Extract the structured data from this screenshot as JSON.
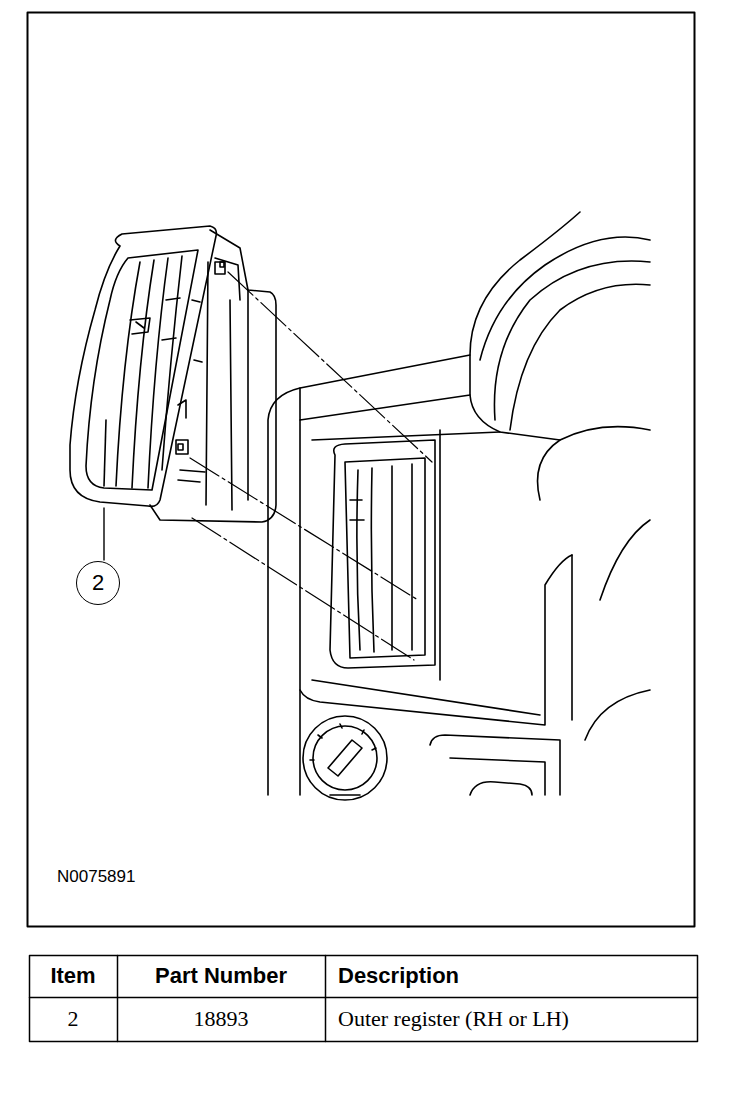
{
  "diagram": {
    "nodes": [
      {
        "text": [
          "2"
        ]
      }
    ],
    "labels": [
      "N0075891",
      "Item",
      "Part Number",
      "Description",
      "2",
      "18893",
      "Outer register (RH or LH)"
    ]
  }
}
